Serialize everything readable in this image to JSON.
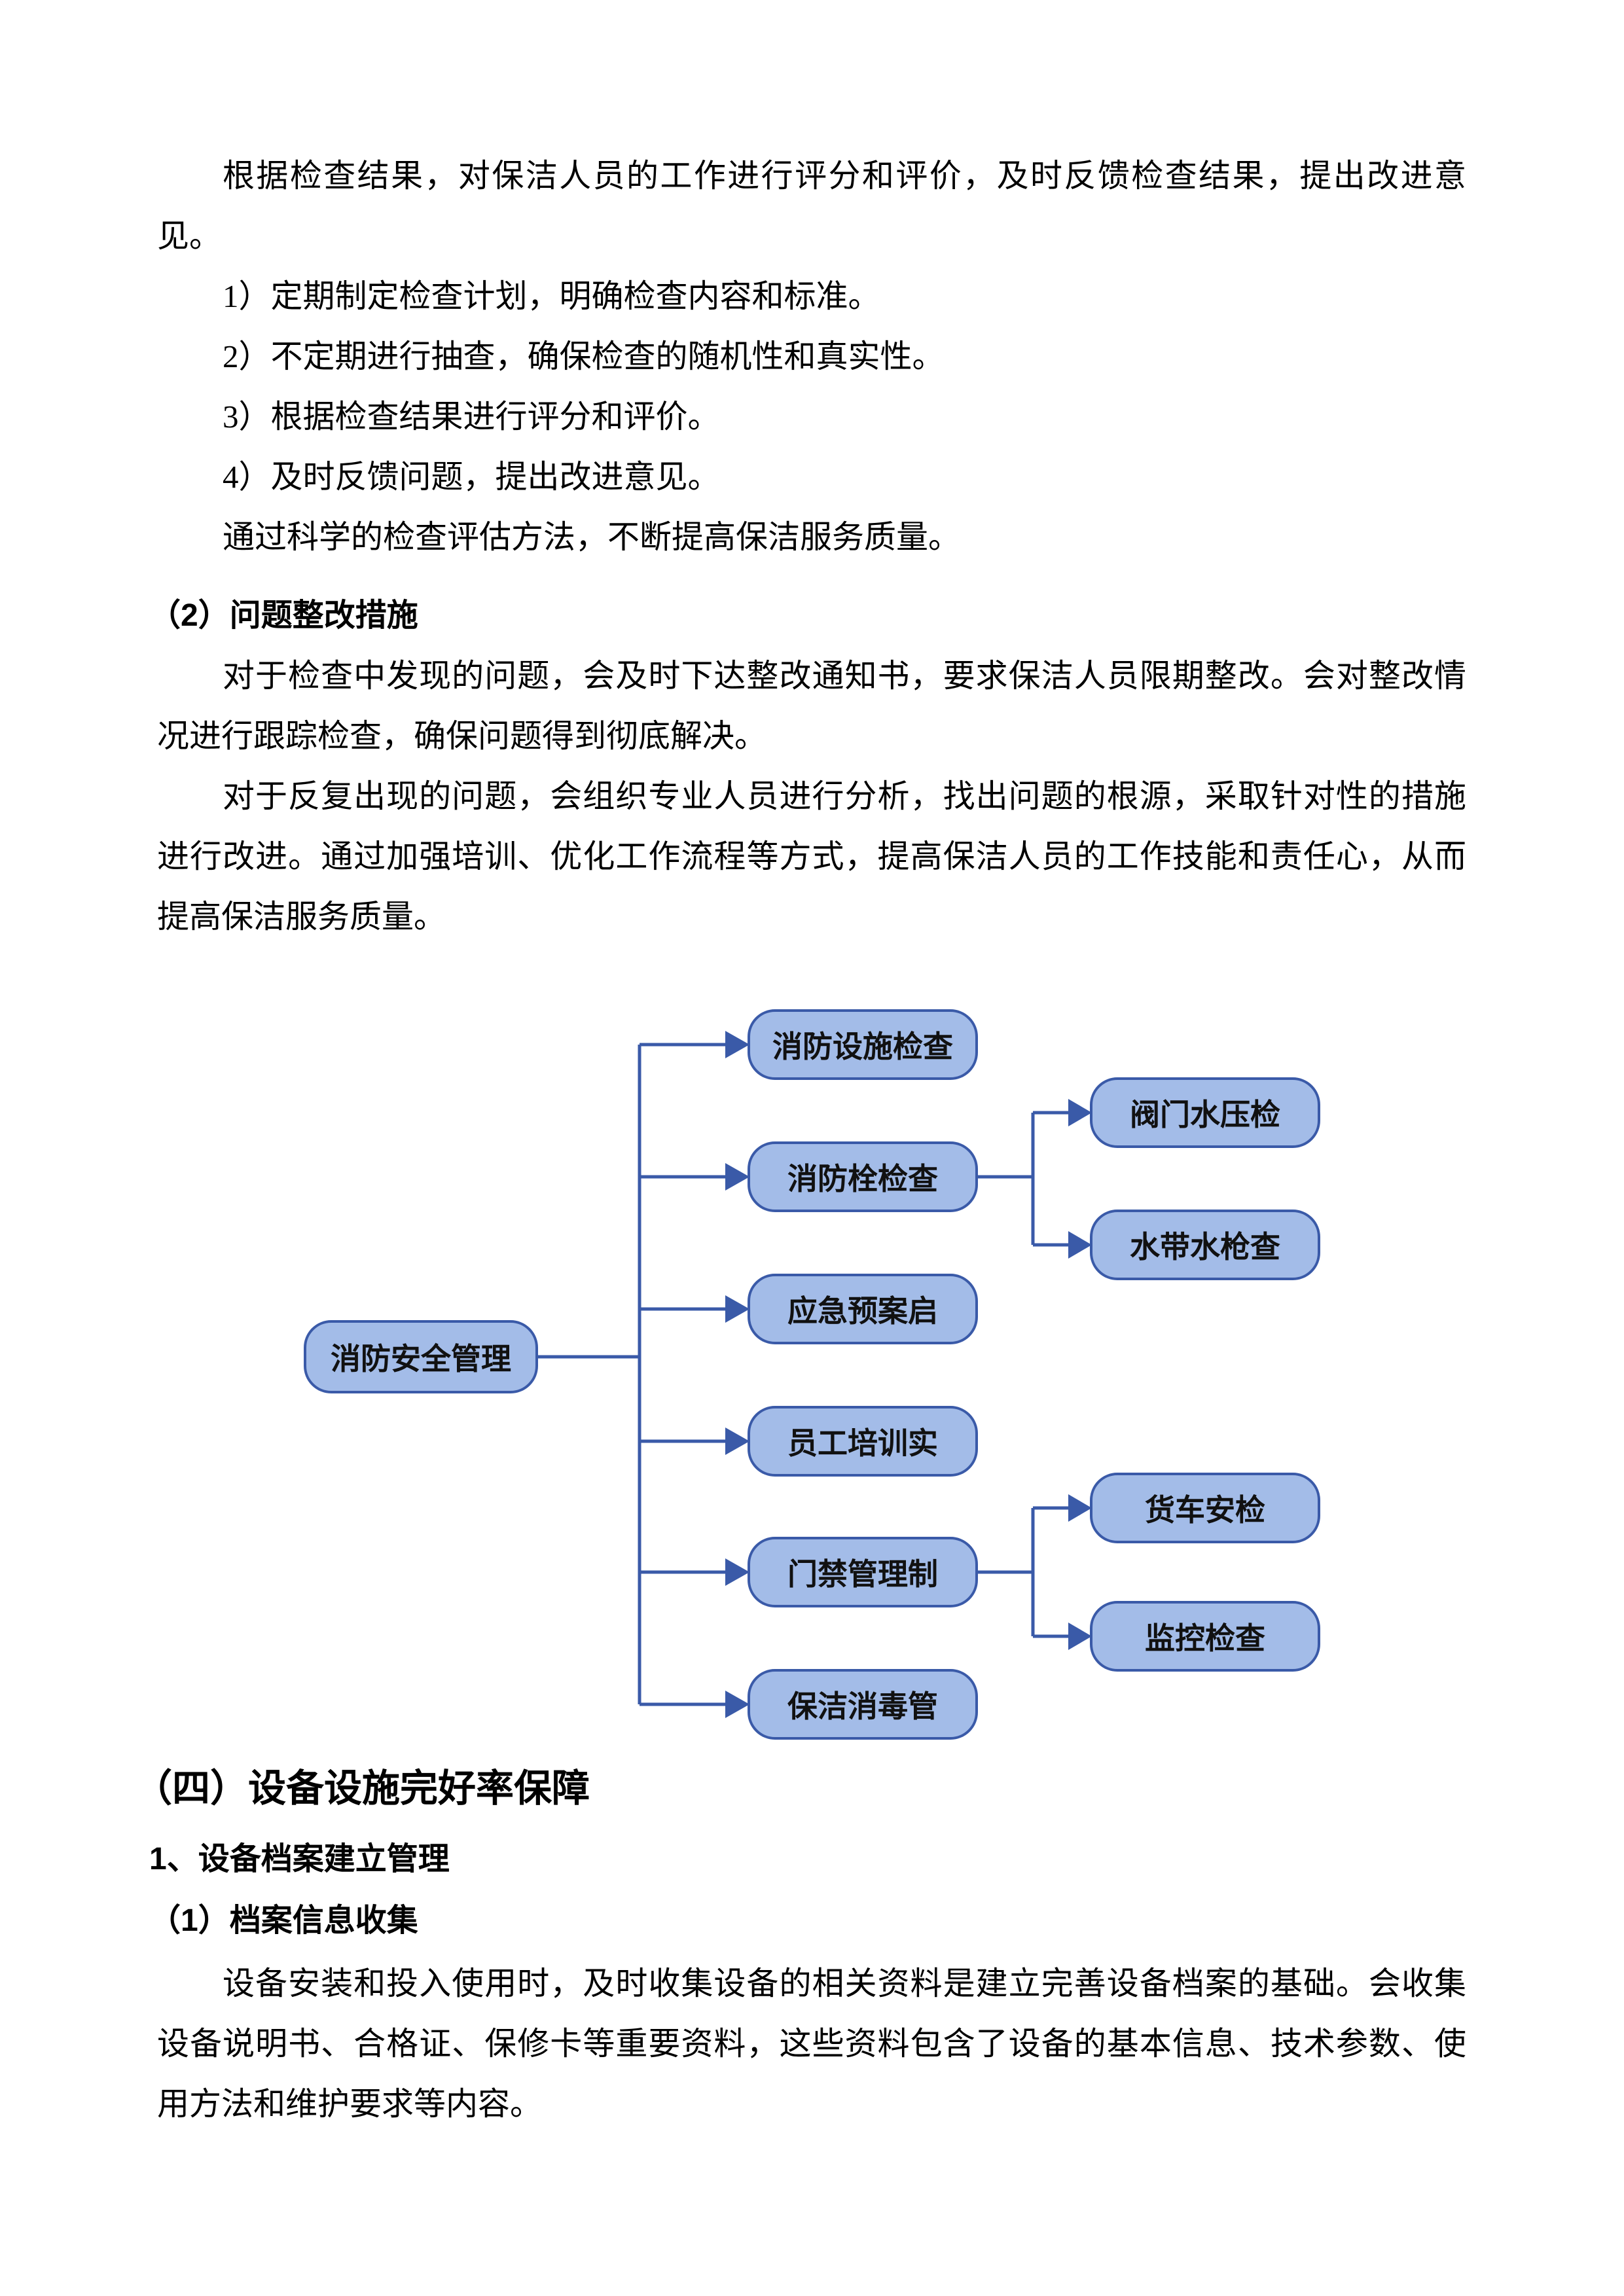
{
  "document": {
    "intro": {
      "line1": "根据检查结果，对保洁人员的工作进行评分和评价，及时反馈检查结果，提出改进意",
      "line2": "见。"
    },
    "inspection_list": [
      "1）定期制定检查计划，明确检查内容和标准。",
      "2）不定期进行抽查，确保检查的随机性和真实性。",
      "3）根据检查结果进行评分和评价。",
      "4）及时反馈问题，提出改进意见。"
    ],
    "list_conclusion": "通过科学的检查评估方法，不断提高保洁服务质量。",
    "heading_rectification": "（2）问题整改措施",
    "para_rectification1": {
      "line1": "对于检查中发现的问题，会及时下达整改通知书，要求保洁人员限期整改。会对整改情",
      "line2": "况进行跟踪检查，确保问题得到彻底解决。"
    },
    "para_rectification2": {
      "line1": "对于反复出现的问题，会组织专业人员进行分析，找出问题的根源，采取针对性的措施",
      "line2": "进行改进。通过加强培训、优化工作流程等方式，提高保洁人员的工作技能和责任心，从而",
      "line3": "提高保洁服务质量。"
    },
    "heading_section4": "（四）设备设施完好率保障",
    "heading_sub1": "1、设备档案建立管理",
    "heading_sub1_1": "（1）档案信息收集",
    "para_archive": {
      "line1": "设备安装和投入使用时，及时收集设备的相关资料是建立完善设备档案的基础。会收集",
      "line2": "设备说明书、合格证、保修卡等重要资料，这些资料包含了设备的基本信息、技术参数、使",
      "line3": "用方法和维护要求等内容。"
    }
  },
  "diagram": {
    "root_label": "消防安全管理",
    "branches": [
      "消防设施检查",
      "消防栓检查",
      "应急预案启",
      "员工培训实",
      "门禁管理制",
      "保洁消毒管"
    ],
    "sub_branches": [
      "阀门水压检",
      "水带水枪查",
      "货车安检",
      "监控检查"
    ],
    "colors": {
      "node_fill": "#a3bce8",
      "node_border": "#3a5aa8",
      "connector": "#3a5aa8",
      "node_text": "#111111",
      "page_bg": "#ffffff"
    }
  }
}
